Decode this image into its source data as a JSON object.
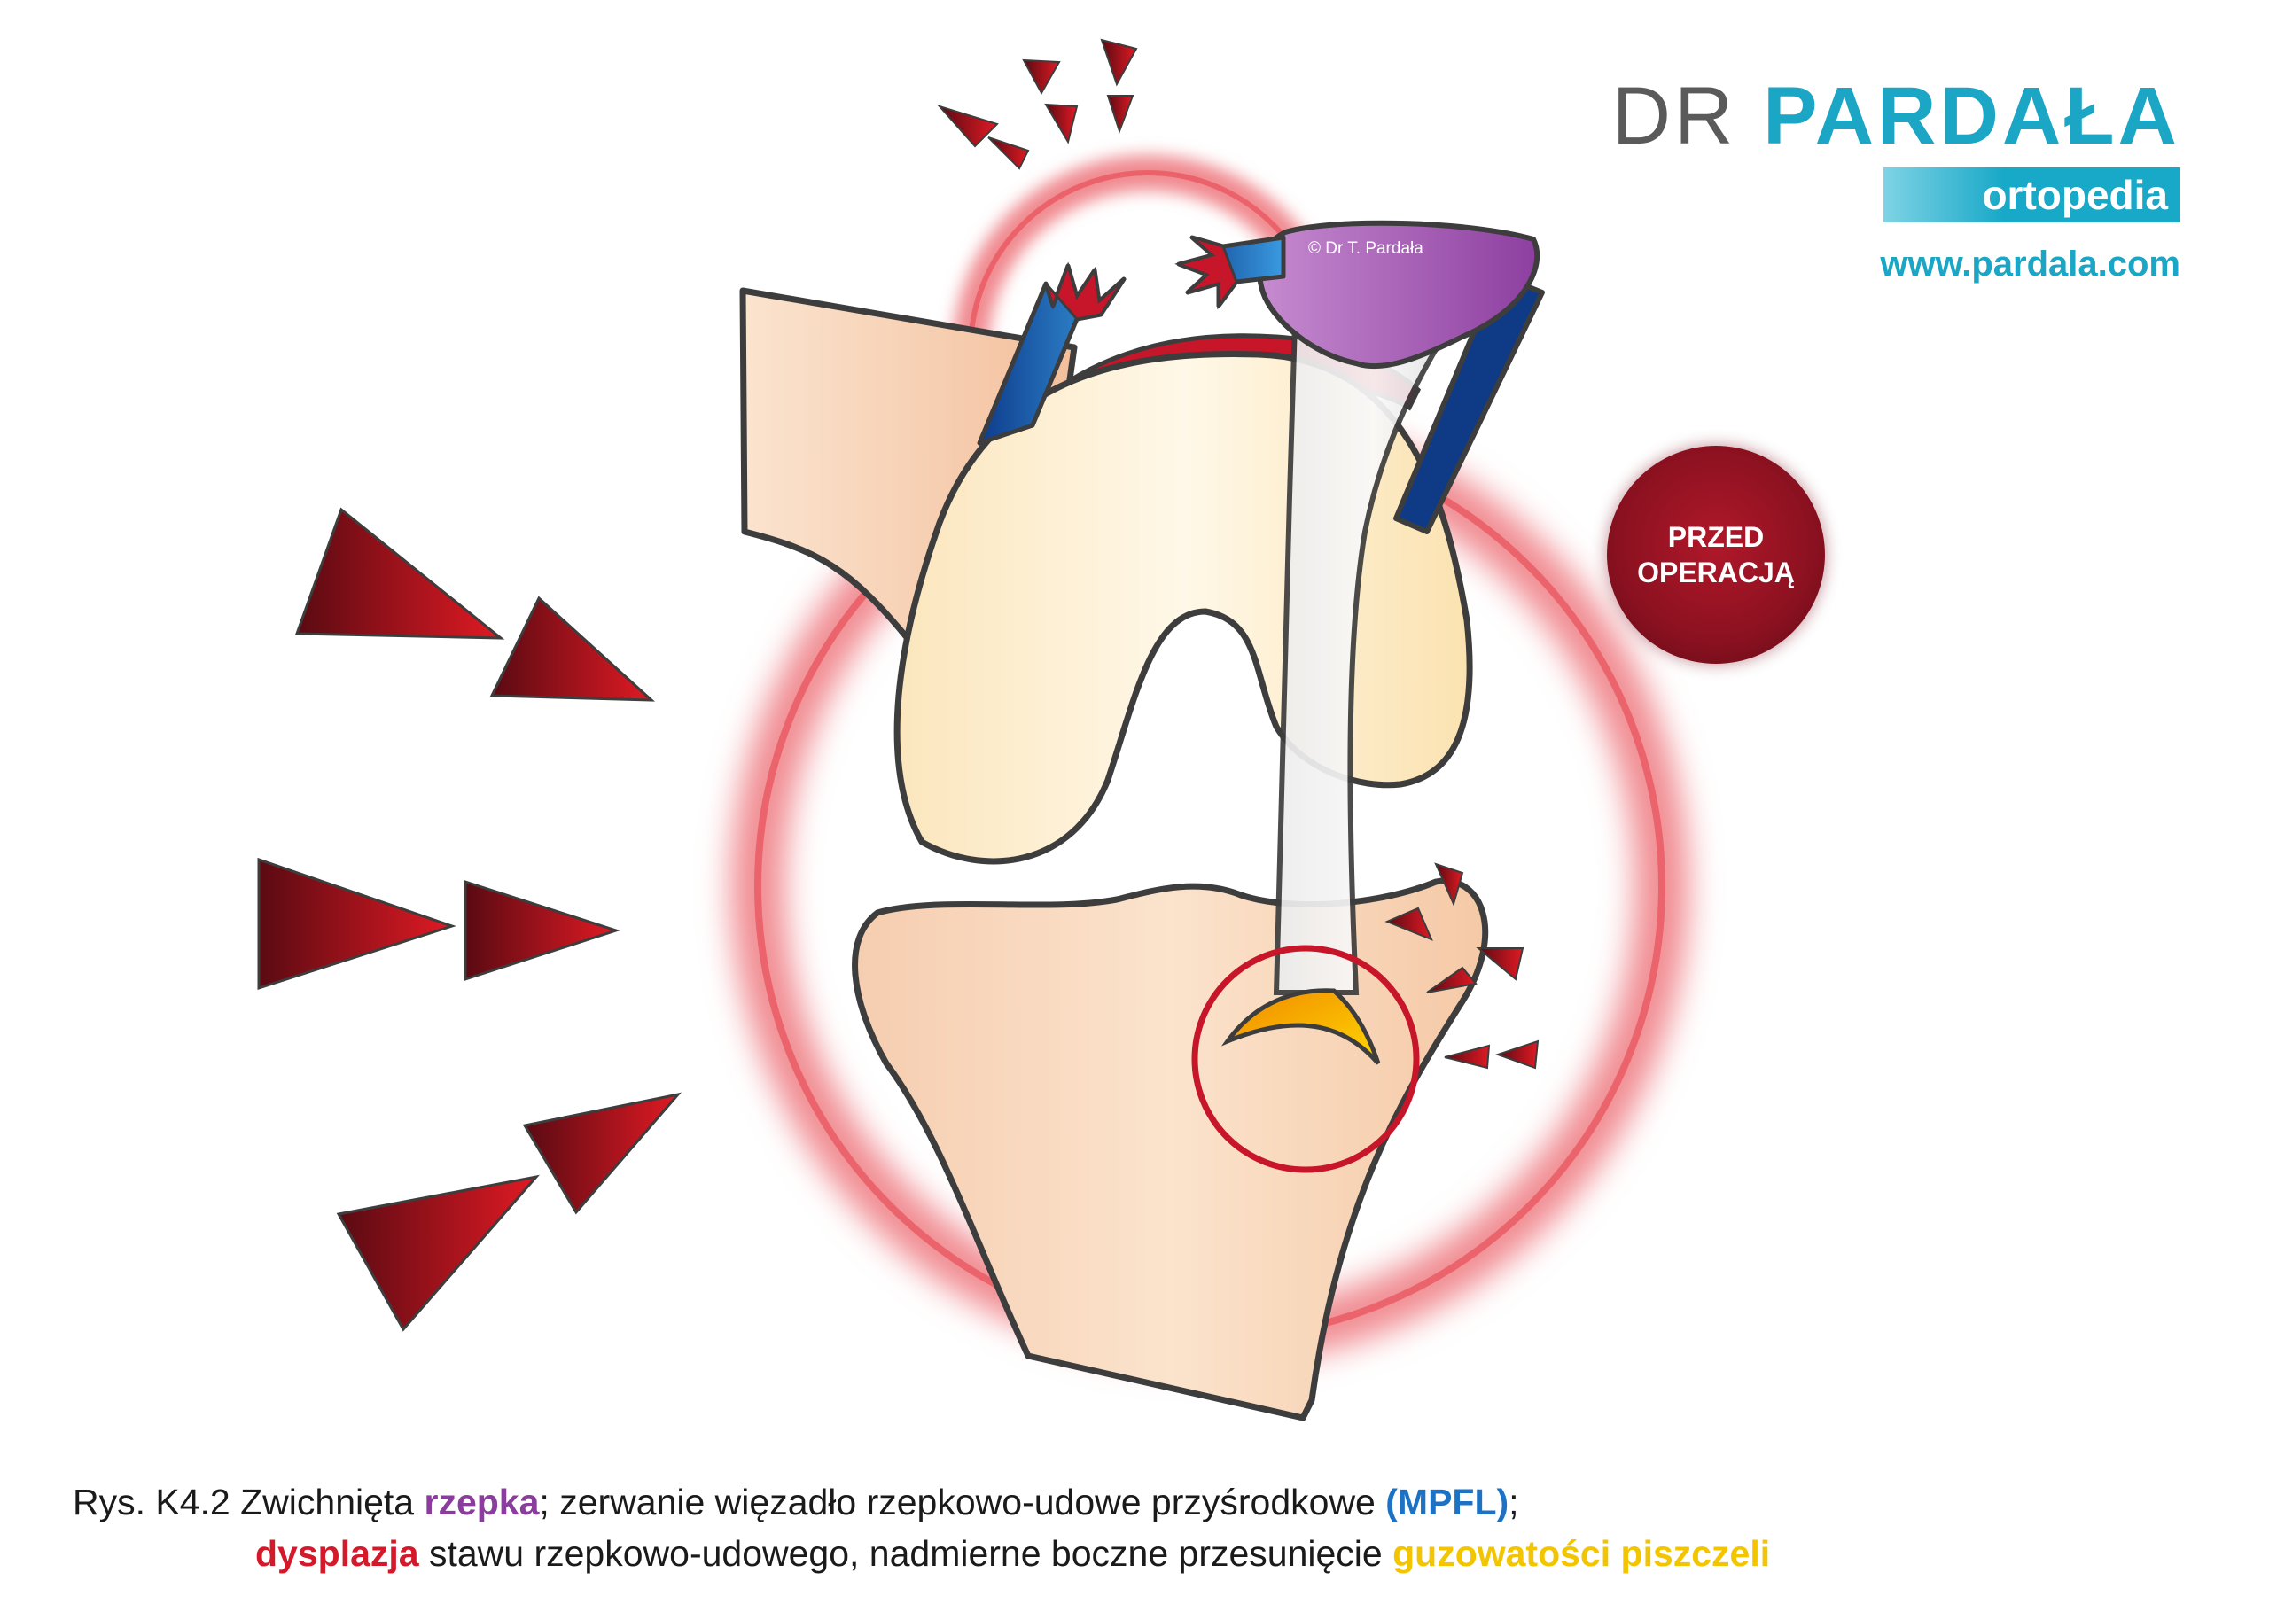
{
  "brand": {
    "dr": "DR",
    "name": "PARDAŁA",
    "tagline": "ortopedia",
    "url": "www.pardala.com"
  },
  "copyright": "© Dr T. Pardała",
  "badge": {
    "line1": "PRZED",
    "line2": "OPERACJĄ"
  },
  "caption": {
    "line1": {
      "prefix": "Rys. K4.2 Zwichnięta ",
      "patella": "rzepka",
      "middle": "; zerwanie więzadło rzepkowo-udowe przyśrodkowe ",
      "mpfl": "(MPFL)",
      "suffix": ";"
    },
    "line2": {
      "dysplasia": "dysplazja",
      "middle": " stawu rzepkowo-udowego, nadmierne boczne przesunięcie ",
      "tuberosity": "guzowatości piszczeli"
    }
  },
  "colors": {
    "brand_teal": "#1aa6c4",
    "patella": "#8b3d9e",
    "mpfl": "#1e72c4",
    "dysplasia": "#d4192b",
    "tuberosity": "#f3c500",
    "arrow": "#b5121b",
    "glow": "#e63946",
    "bone_femur": "#fdf1d2",
    "bone_tibia": "#f7d2b2"
  },
  "icons": [
    "force-arrow-icon",
    "rupture-icon"
  ]
}
